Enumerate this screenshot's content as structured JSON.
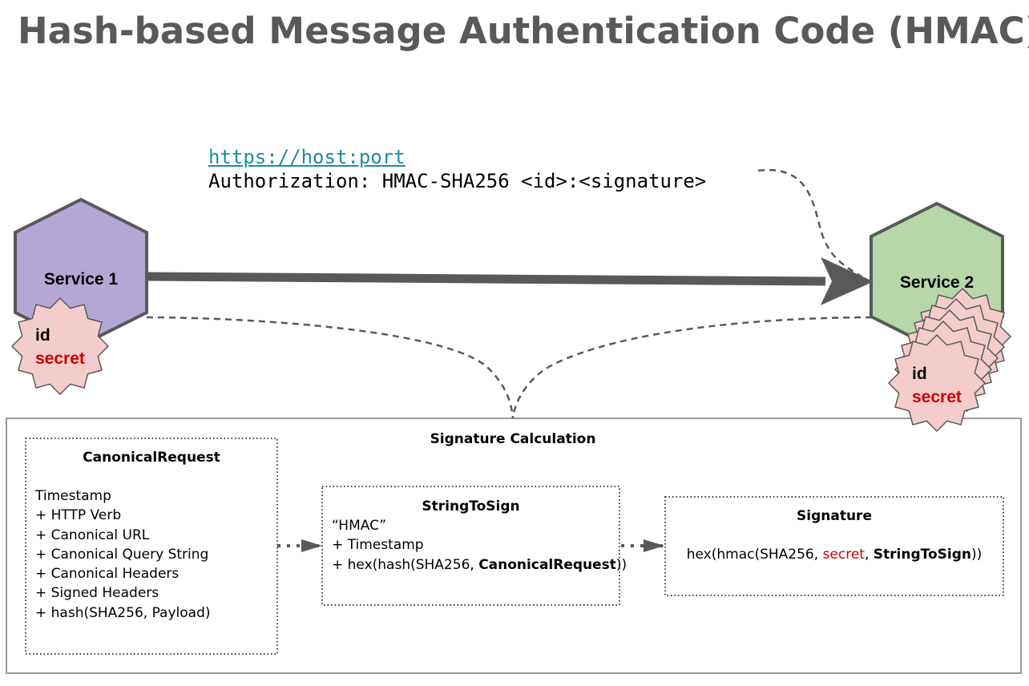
{
  "title": "Hash-based Message Authentication Code (HMAC)",
  "request": {
    "url": "https://host:port",
    "header": "Authorization: HMAC-SHA256 <id>:<signature>"
  },
  "service1": {
    "label": "Service 1",
    "credentials": {
      "id": "id",
      "secret": "secret"
    }
  },
  "service2": {
    "label": "Service 2",
    "credentials": {
      "id": "id",
      "secret": "secret"
    }
  },
  "signature_calc": {
    "title": "Signature Calculation",
    "canonical_request": {
      "title": "CanonicalRequest",
      "lines": [
        "Timestamp",
        "+ HTTP Verb",
        "+ Canonical URL",
        "+ Canonical Query String",
        "+ Canonical Headers",
        "+ Signed Headers",
        "+ hash(SHA256, Payload)"
      ]
    },
    "string_to_sign": {
      "title": "StringToSign",
      "line1": "“HMAC”",
      "line2": "+ Timestamp",
      "line3_prefix": "+ hex(hash(SHA256, ",
      "line3_bold": "CanonicalRequest",
      "line3_suffix": "))"
    },
    "signature": {
      "title": "Signature",
      "prefix": "hex(hmac(SHA256, ",
      "secret": "secret",
      "sep": ", ",
      "bold": "StringToSign",
      "suffix": "))"
    }
  },
  "colors": {
    "title": "#595959",
    "service1_fill": "#b4a7d6",
    "service2_fill": "#b6d7a8",
    "badge_fill": "#f4cccc",
    "stroke": "#595959",
    "secret": "#cc0000",
    "link": "#1e8ca0"
  }
}
